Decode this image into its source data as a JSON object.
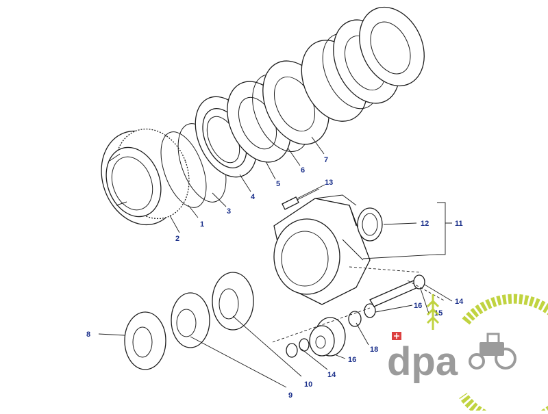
{
  "callouts": {
    "c1": "1",
    "c2": "2",
    "c3": "3",
    "c4": "4",
    "c5": "5",
    "c6": "6",
    "c7": "7",
    "c8": "8",
    "c9": "9",
    "c10": "10",
    "c11": "11",
    "c12": "12",
    "c13": "13",
    "c14a": "14",
    "c14b": "14",
    "c15": "15",
    "c16a": "16",
    "c16b": "16",
    "c18": "18"
  },
  "watermark": {
    "text": "dpa",
    "colors": {
      "primary": "#8a8a8a",
      "accent": "#b6cc1f",
      "stamp": "#d81e1e"
    }
  }
}
